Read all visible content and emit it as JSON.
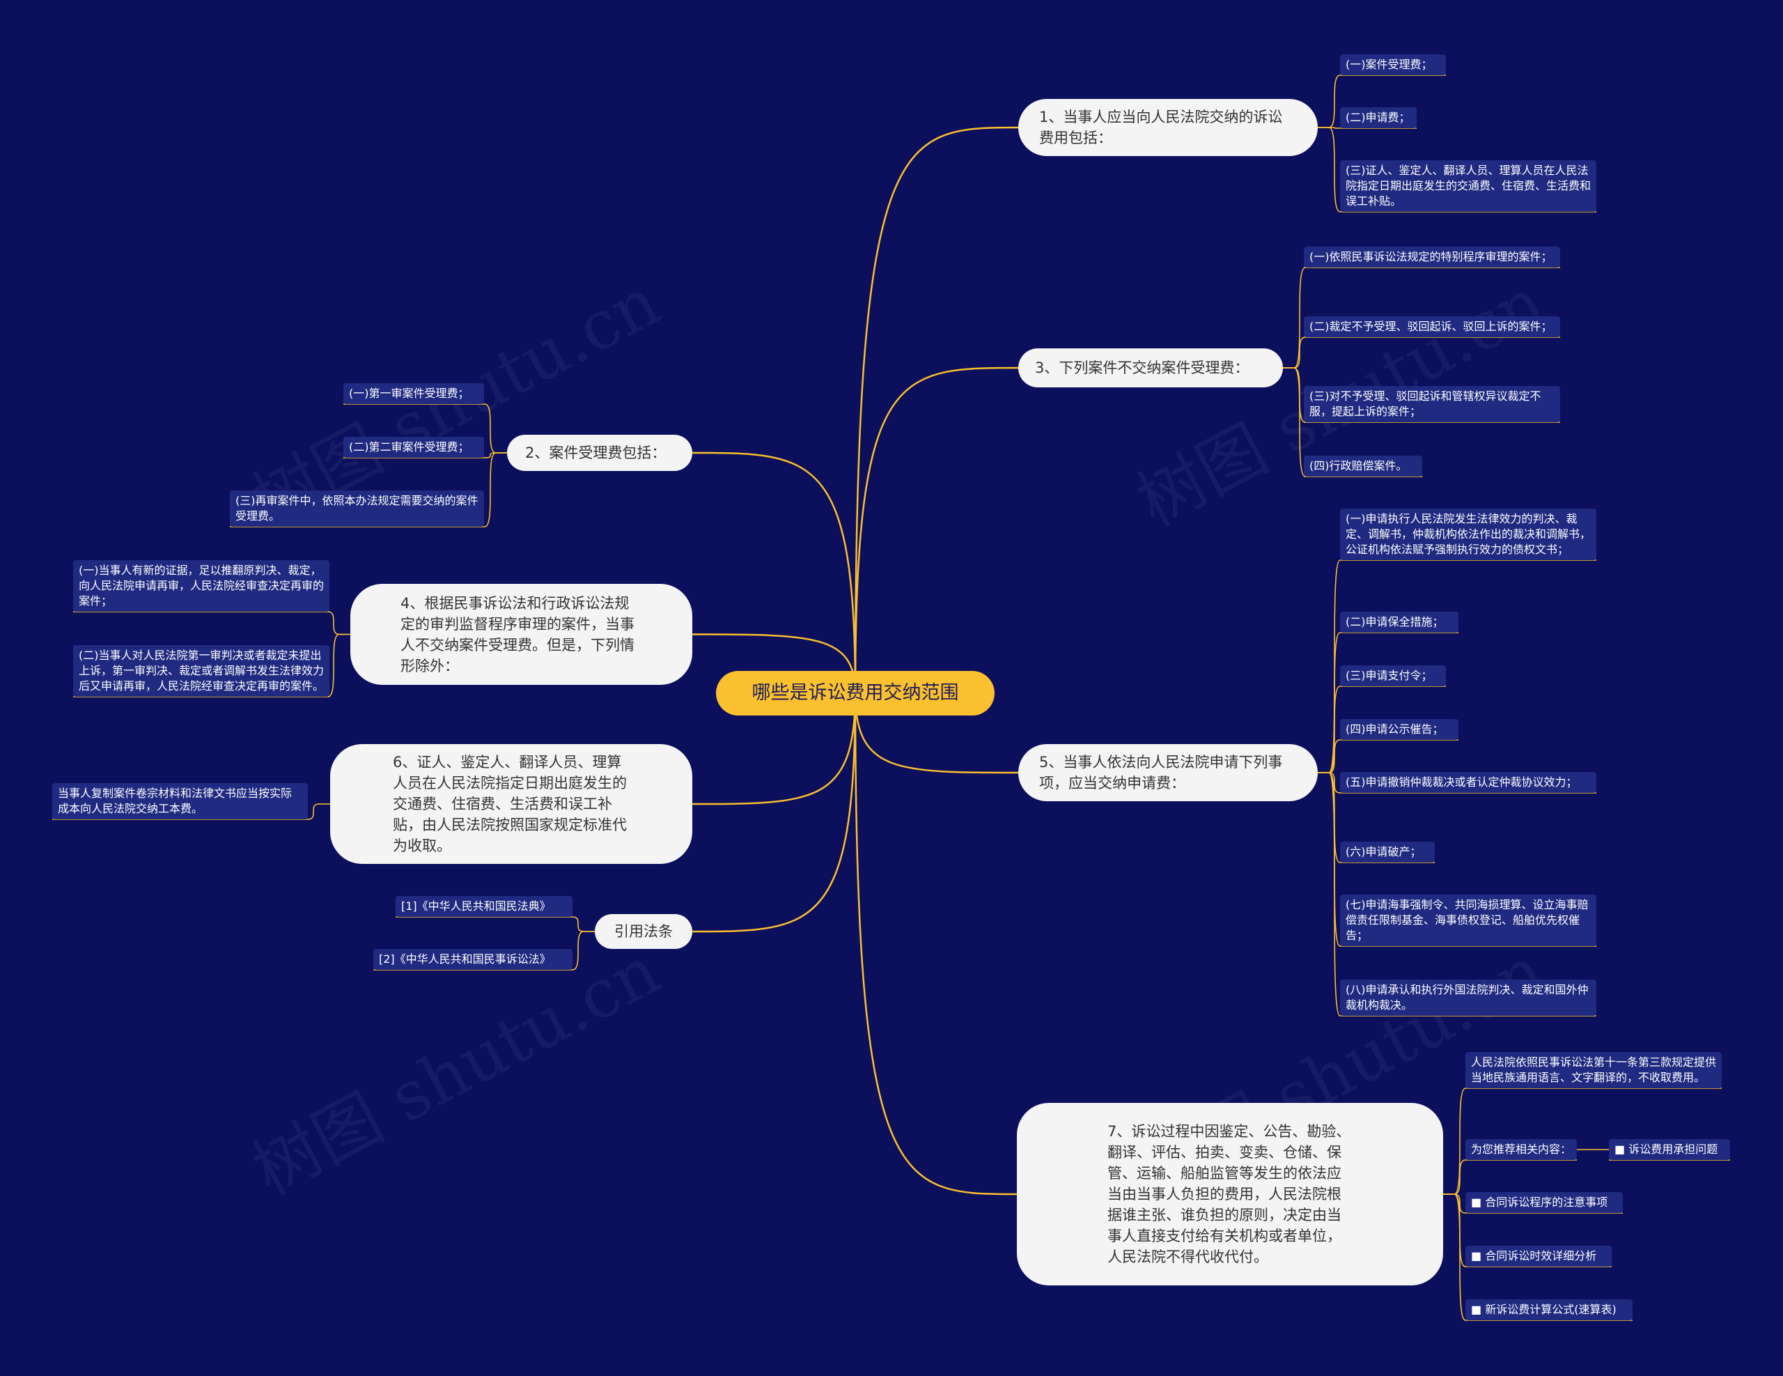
{
  "root": "哪些是诉讼费用交纳范围",
  "watermark": "树图 shutu.cn",
  "colors": {
    "background": "#0b0f5c",
    "edge": "#fbc02d",
    "root": "#fbc02d",
    "main": "#f4f4f4",
    "leaf": "#1f2a80"
  },
  "branches": {
    "b1": {
      "label": "1、当事人应当向人民法院交纳的诉讼费用包括：",
      "children": [
        "(一)案件受理费；",
        "(二)申请费；",
        "(三)证人、鉴定人、翻译人员、理算人员在人民法院指定日期出庭发生的交通费、住宿费、生活费和误工补贴。"
      ]
    },
    "b3": {
      "label": "3、下列案件不交纳案件受理费：",
      "children": [
        "(一)依照民事诉讼法规定的特别程序审理的案件；",
        "(二)裁定不予受理、驳回起诉、驳回上诉的案件；",
        "(三)对不予受理、驳回起诉和管辖权异议裁定不服，提起上诉的案件；",
        "(四)行政赔偿案件。"
      ]
    },
    "b5": {
      "label": "5、当事人依法向人民法院申请下列事项，应当交纳申请费：",
      "children": [
        "(一)申请执行人民法院发生法律效力的判决、裁定、调解书，仲裁机构依法作出的裁决和调解书，公证机构依法赋予强制执行效力的债权文书；",
        "(二)申请保全措施；",
        "(三)申请支付令；",
        "(四)申请公示催告；",
        "(五)申请撤销仲裁裁决或者认定仲裁协议效力；",
        "(六)申请破产；",
        "(七)申请海事强制令、共同海损理算、设立海事赔偿责任限制基金、海事债权登记、船舶优先权催告；",
        "(八)申请承认和执行外国法院判决、裁定和国外仲裁机构裁决。"
      ]
    },
    "b7": {
      "label": "7、诉讼过程中因鉴定、公告、勘验、翻译、评估、拍卖、变卖、仓储、保管、运输、船舶监管等发生的依法应当由当事人负担的费用，人民法院根据谁主张、谁负担的原则，决定由当事人直接支付给有关机构或者单位，人民法院不得代收代付。",
      "children": [
        "人民法院依照民事诉讼法第十一条第三款规定提供当地民族通用语言、文字翻译的，不收取费用。",
        "为您推荐相关内容：",
        "■ 合同诉讼程序的注意事项",
        "■ 合同诉讼时效详细分析",
        "■ 新诉讼费计算公式(速算表)"
      ],
      "sub": "■ 诉讼费用承担问题"
    },
    "b2": {
      "label": "2、案件受理费包括：",
      "children": [
        "(一)第一审案件受理费；",
        "(二)第二审案件受理费；",
        "(三)再审案件中，依照本办法规定需要交纳的案件受理费。"
      ]
    },
    "b4": {
      "label": "4、根据民事诉讼法和行政诉讼法规定的审判监督程序审理的案件，当事人不交纳案件受理费。但是，下列情形除外：",
      "children": [
        "(一)当事人有新的证据，足以推翻原判决、裁定，向人民法院申请再审，人民法院经审查决定再审的案件；",
        "(二)当事人对人民法院第一审判决或者裁定未提出上诉，第一审判决、裁定或者调解书发生法律效力后又申请再审，人民法院经审查决定再审的案件。"
      ]
    },
    "b6": {
      "label": "6、证人、鉴定人、翻译人员、理算人员在人民法院指定日期出庭发生的交通费、住宿费、生活费和误工补贴，由人民法院按照国家规定标准代为收取。",
      "children": [
        "当事人复制案件卷宗材料和法律文书应当按实际成本向人民法院交纳工本费。"
      ]
    },
    "b8": {
      "label": "引用法条",
      "children": [
        "[1]《中华人民共和国民法典》",
        "[2]《中华人民共和国民事诉讼法》"
      ]
    }
  }
}
